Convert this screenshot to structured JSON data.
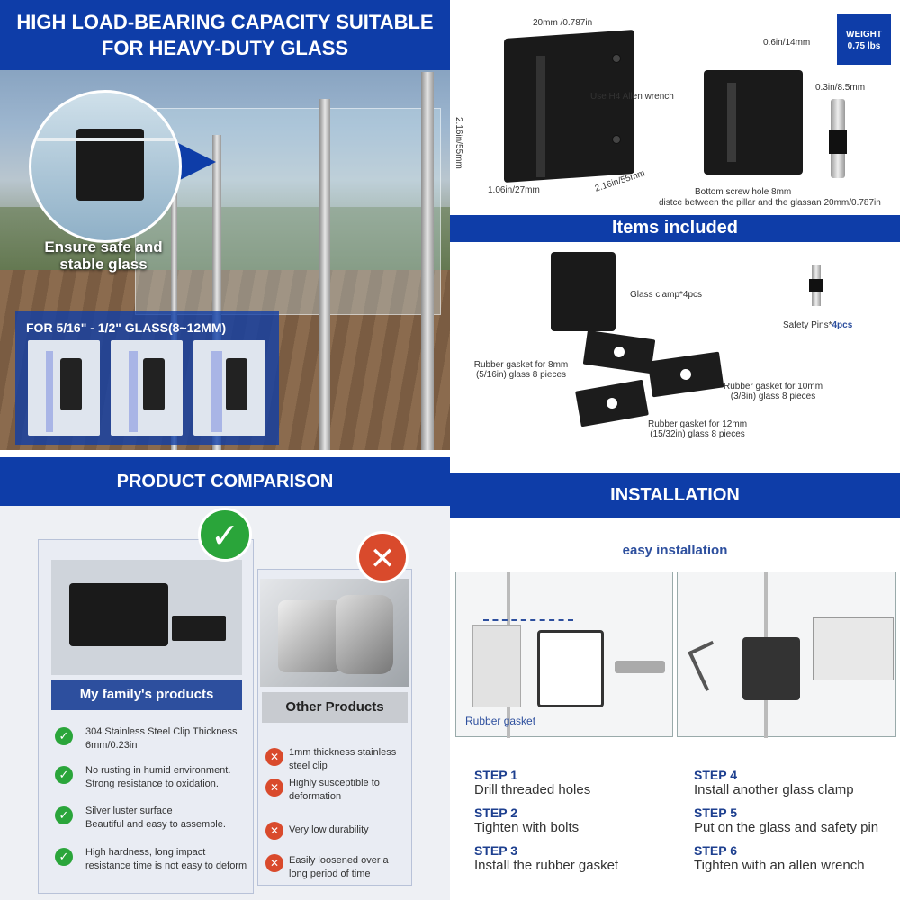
{
  "load_panel": {
    "title_line1": "HIGH LOAD-BEARING CAPACITY SUITABLE",
    "title_line2": "FOR HEAVY-DUTY GLASS",
    "caption_line1": "Ensure safe and",
    "caption_line2": "stable glass",
    "glass_range": "FOR 5/16\" - 1/2\" GLASS(8~12MM)"
  },
  "dimensions_panel": {
    "width_top": "20mm /0.787in",
    "height": "2.16in/55mm",
    "depth_bottom": "1.06in/27mm",
    "width_bottom": "2.16in/55mm",
    "wrench_note": "Use H4 Allen wrench",
    "slot_width": "0.6in/14mm",
    "pin_size": "0.3in/8.5mm",
    "screw_note_line1": "Bottom screw hole 8mm",
    "screw_note_line2": "distce between the pillar and the glassan 20mm/0.787in",
    "weight_label": "WEIGHT",
    "weight_value": "0.75 lbs"
  },
  "items_panel": {
    "title": "Items included",
    "clamp": "Glass clamp*4pcs",
    "pins_prefix": "Safety Pins*",
    "pins_count": "4pcs",
    "gasket_8_line1": "Rubber gasket for 8mm",
    "gasket_8_line2": "(5/16in) glass 8 pieces",
    "gasket_10_line1": "Rubber gasket for 10mm",
    "gasket_10_line2": "(3/8in) glass 8 pieces",
    "gasket_12_line1": "Rubber gasket for 12mm",
    "gasket_12_line2": "(15/32in) glass 8 pieces"
  },
  "comparison": {
    "title": "PRODUCT COMPARISON",
    "ours_label": "My family's products",
    "other_label": "Other Products",
    "ours_features": [
      {
        "line1": "304 Stainless Steel Clip Thickness",
        "line2": "6mm/0.23in"
      },
      {
        "line1": "No rusting in humid environment.",
        "line2": "Strong resistance to oxidation."
      },
      {
        "line1": "Silver luster surface",
        "line2": "Beautiful and easy to assemble."
      },
      {
        "line1": "High hardness, long impact",
        "line2": "resistance time is not easy to deform"
      }
    ],
    "other_features": [
      {
        "line1": "1mm thickness stainless",
        "line2": "steel clip"
      },
      {
        "line1": "Highly susceptible to",
        "line2": "deformation"
      },
      {
        "line1": "Very low durability",
        "line2": ""
      },
      {
        "line1": "Easily loosened over a",
        "line2": "long period of time"
      }
    ]
  },
  "installation": {
    "title": "INSTALLATION",
    "subtitle": "easy installation",
    "gasket_label": "Rubber gasket",
    "steps": [
      {
        "label": "STEP 1",
        "desc": "Drill threaded holes"
      },
      {
        "label": "STEP 2",
        "desc": "Tighten with bolts"
      },
      {
        "label": "STEP 3",
        "desc": "Install the rubber gasket"
      },
      {
        "label": "STEP 4",
        "desc": "Install another glass clamp"
      },
      {
        "label": "STEP 5",
        "desc": "Put on the glass and safety pin"
      },
      {
        "label": "STEP 6",
        "desc": "Tighten with an allen wrench"
      }
    ]
  },
  "colors": {
    "brand_blue": "#0e3da8",
    "check_green": "#2aa53a",
    "cross_red": "#d94a2c"
  }
}
